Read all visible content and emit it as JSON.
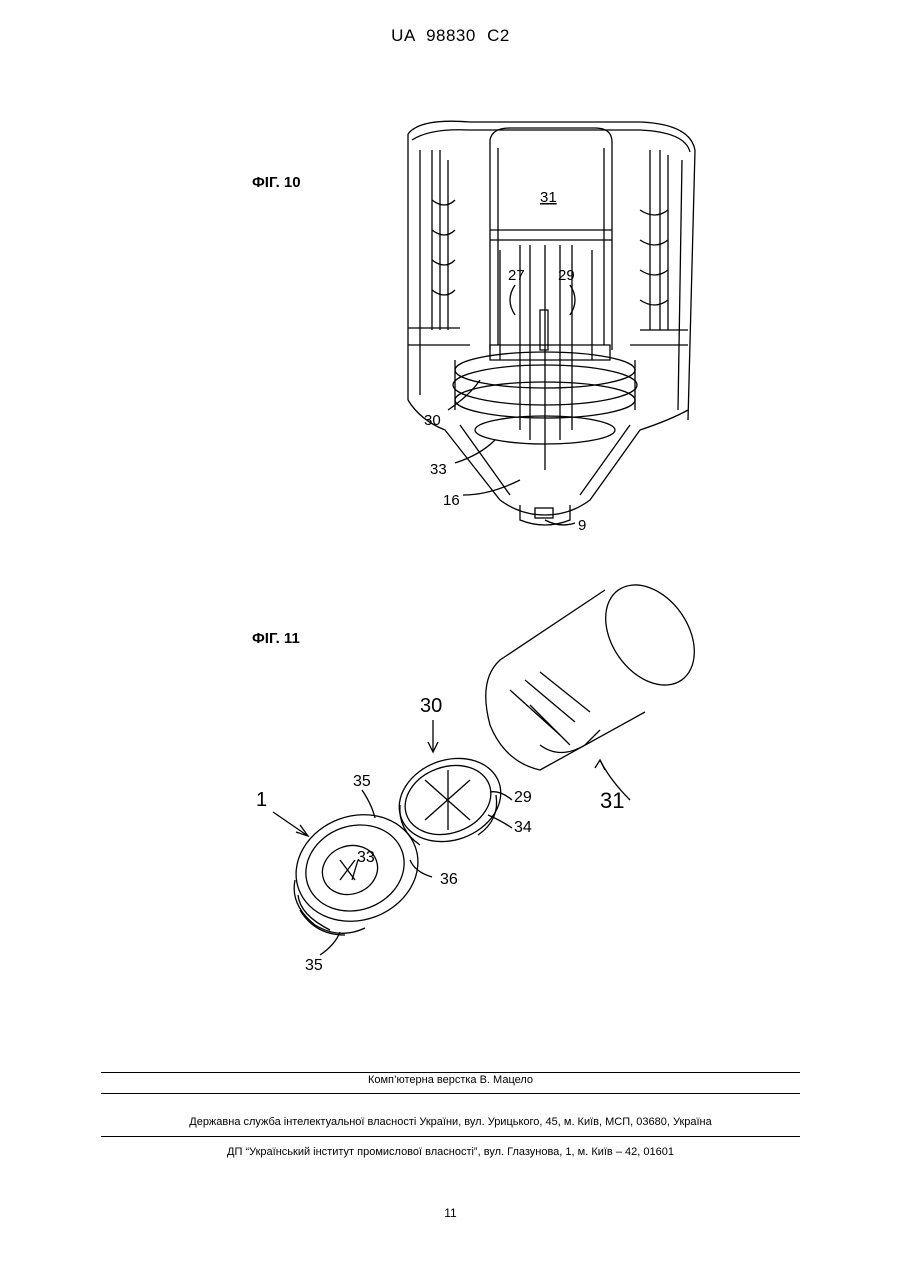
{
  "header": {
    "patent_number": "UA   98830   C2"
  },
  "figures": [
    {
      "label": "ФІГ. 10",
      "refs": [
        "31",
        "27",
        "29",
        "30",
        "33",
        "16",
        "9"
      ]
    },
    {
      "label": "ФІГ. 11",
      "refs": [
        "30",
        "1",
        "35",
        "29",
        "34",
        "33",
        "36",
        "35",
        "31"
      ]
    }
  ],
  "footer": {
    "typesetting": "Комп’ютерна верстка В. Мацело",
    "agency": "Державна служба інтелектуальної власності України, вул. Урицького, 45, м. Київ, МСП, 03680, Україна",
    "institute": "ДП “Український інститут промислової власності”, вул. Глазунова, 1, м. Київ – 42, 01601"
  },
  "page_number": "11"
}
